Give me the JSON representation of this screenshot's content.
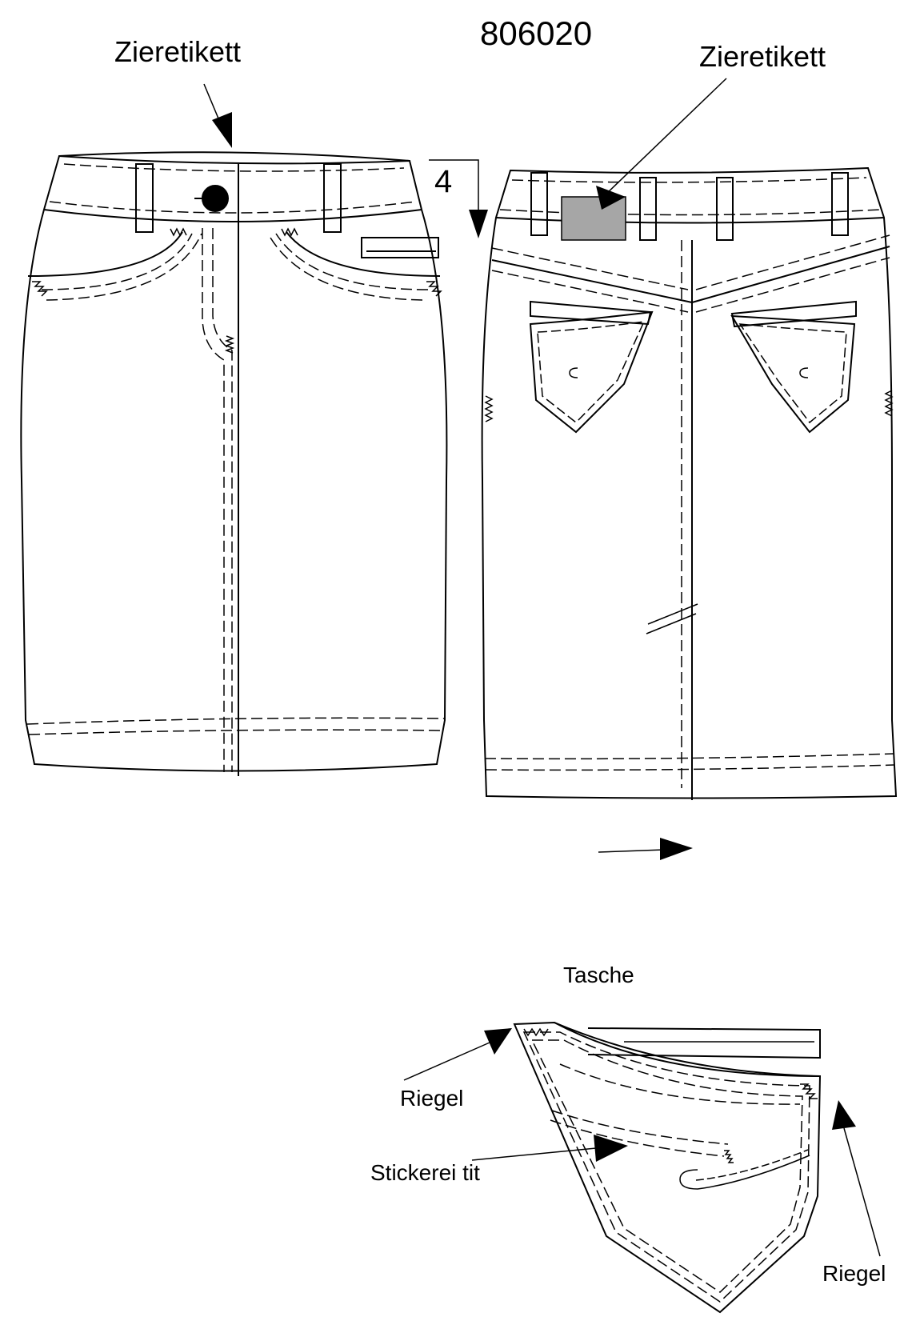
{
  "sheet": {
    "style_number": "806020",
    "measure_value": "4"
  },
  "front_view": {
    "label": "Zieretikett"
  },
  "back_view": {
    "label": "Zieretikett",
    "label_color": "#a6a6a6"
  },
  "pocket_detail": {
    "title": "Tasche",
    "callouts": [
      "Riegel",
      "Stickerei  tit",
      "Riegel"
    ]
  }
}
